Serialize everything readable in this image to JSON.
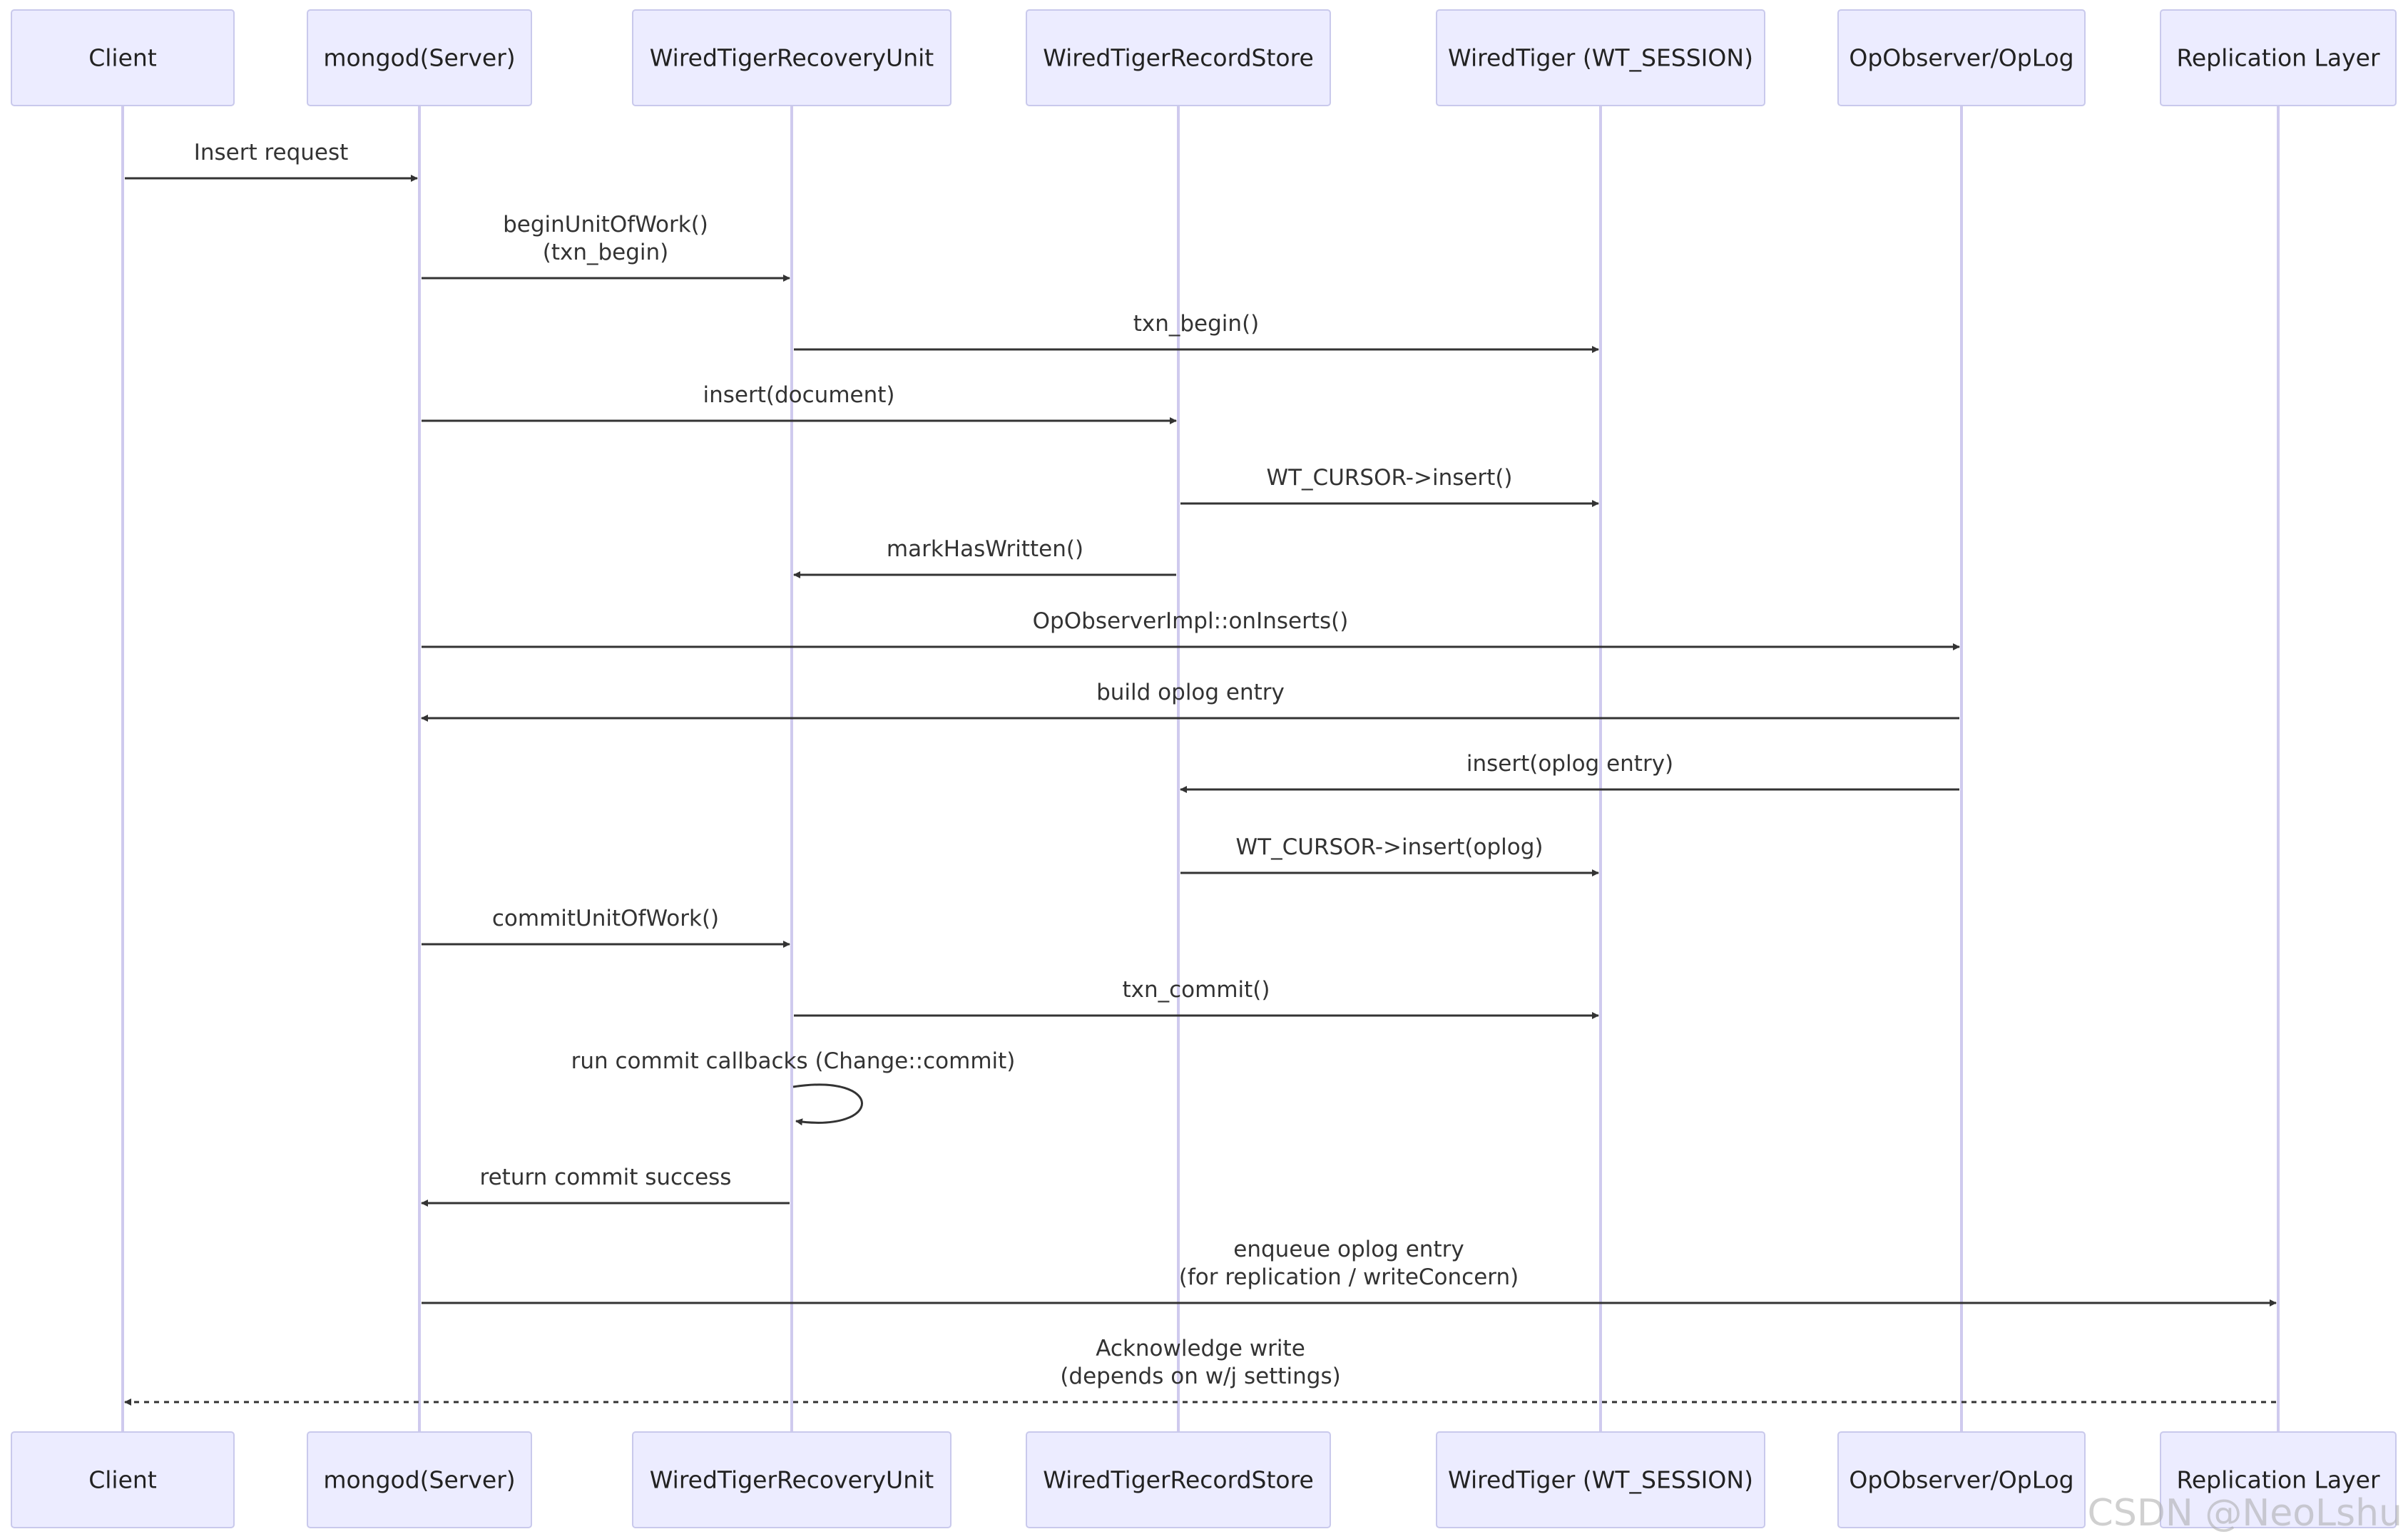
{
  "diagram": {
    "actors": [
      {
        "id": "client",
        "label": "Client"
      },
      {
        "id": "server",
        "label": "mongod(Server)"
      },
      {
        "id": "recovery",
        "label": "WiredTigerRecoveryUnit"
      },
      {
        "id": "recordstore",
        "label": "WiredTigerRecordStore"
      },
      {
        "id": "wt",
        "label": "WiredTiger (WT_SESSION)"
      },
      {
        "id": "oplog",
        "label": "OpObserver/OpLog"
      },
      {
        "id": "repl",
        "label": "Replication Layer"
      }
    ],
    "messages": [
      {
        "from": "client",
        "to": "server",
        "lines": [
          "Insert request"
        ],
        "style": "solid"
      },
      {
        "from": "server",
        "to": "recovery",
        "lines": [
          "beginUnitOfWork()",
          "(txn_begin)"
        ],
        "style": "solid"
      },
      {
        "from": "recovery",
        "to": "wt",
        "lines": [
          "txn_begin()"
        ],
        "style": "solid"
      },
      {
        "from": "server",
        "to": "recordstore",
        "lines": [
          "insert(document)"
        ],
        "style": "solid"
      },
      {
        "from": "recordstore",
        "to": "wt",
        "lines": [
          "WT_CURSOR->insert()"
        ],
        "style": "solid"
      },
      {
        "from": "recordstore",
        "to": "recovery",
        "lines": [
          "markHasWritten()"
        ],
        "style": "solid"
      },
      {
        "from": "server",
        "to": "oplog",
        "lines": [
          "OpObserverImpl::onInserts()"
        ],
        "style": "solid"
      },
      {
        "from": "oplog",
        "to": "server",
        "lines": [
          "build oplog entry"
        ],
        "style": "solid"
      },
      {
        "from": "oplog",
        "to": "recordstore",
        "lines": [
          "insert(oplog entry)"
        ],
        "style": "solid"
      },
      {
        "from": "recordstore",
        "to": "wt",
        "lines": [
          "WT_CURSOR->insert(oplog)"
        ],
        "style": "solid"
      },
      {
        "from": "server",
        "to": "recovery",
        "lines": [
          "commitUnitOfWork()"
        ],
        "style": "solid"
      },
      {
        "from": "recovery",
        "to": "wt",
        "lines": [
          "txn_commit()"
        ],
        "style": "solid"
      },
      {
        "from": "recovery",
        "to": "recovery",
        "lines": [
          "run commit callbacks (Change::commit)"
        ],
        "style": "self"
      },
      {
        "from": "recovery",
        "to": "server",
        "lines": [
          "return commit success"
        ],
        "style": "solid"
      },
      {
        "from": "server",
        "to": "repl",
        "lines": [
          "enqueue oplog entry",
          "(for replication / writeConcern)"
        ],
        "style": "solid"
      },
      {
        "from": "repl",
        "to": "client",
        "lines": [
          "Acknowledge write",
          "(depends on w/j settings)"
        ],
        "style": "dashed"
      }
    ]
  },
  "watermark": "CSDN @NeoLshu"
}
